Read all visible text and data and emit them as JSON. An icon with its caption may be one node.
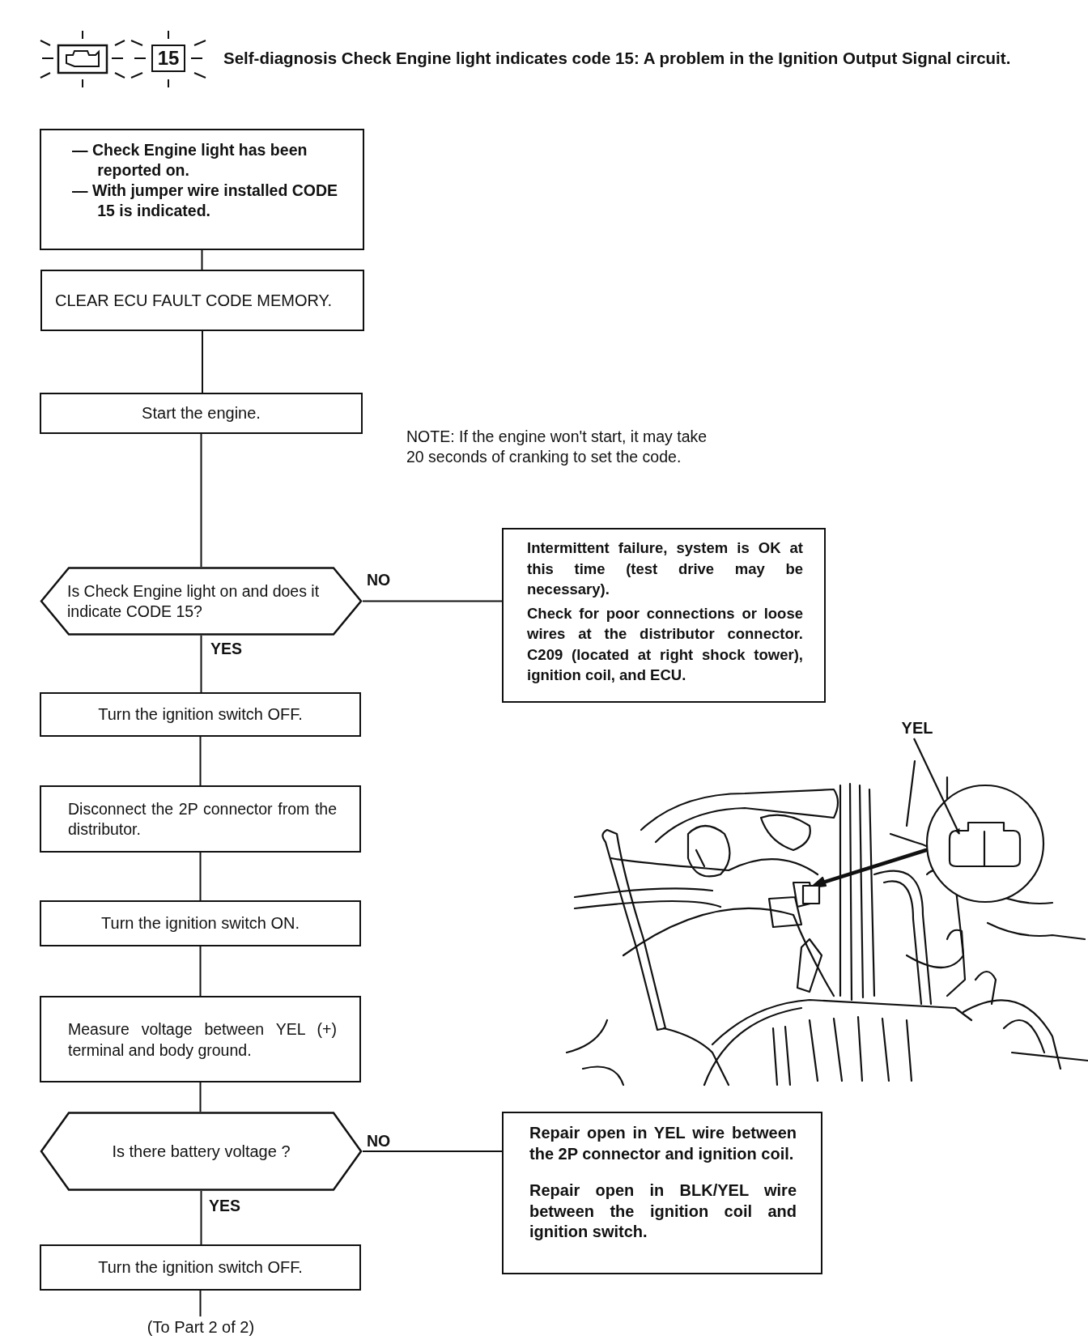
{
  "diagram": {
    "title": "Self-diagnosis Check Engine light indicates code 15: A problem in the Ignition Output Signal circuit.",
    "nodes": [
      {
        "text": [
          "— Check Engine light has been reported on.",
          "— With jumper wire installed CODE 15 is indicated."
        ]
      },
      {
        "text": [
          "CLEAR ECU FAULT CODE MEMORY."
        ]
      },
      {
        "text": [
          "Start the engine."
        ]
      },
      {
        "text": [
          "Is Check Engine light on and does it indicate CODE 15?"
        ]
      },
      {
        "text": [
          "Intermittent failure, system is OK at this time (test drive may be necessary).",
          "Check for poor connections or loose wires at the distributor connector. C209 (located at right shock tower), ignition coil, and ECU."
        ]
      },
      {
        "text": [
          "Turn the ignition switch OFF."
        ]
      },
      {
        "text": [
          "Disconnect the 2P connector from the distributor."
        ]
      },
      {
        "text": [
          "Turn the ignition switch ON."
        ]
      },
      {
        "text": [
          "Measure voltage between YEL (+) terminal and body ground."
        ]
      },
      {
        "text": [
          "Is there battery voltage ?"
        ]
      },
      {
        "text": [
          "Repair open in YEL wire between the 2P connector and ignition coil.",
          "Repair open in BLK/YEL wire between the ignition coil and ignition switch."
        ]
      },
      {
        "text": [
          "Turn the ignition switch OFF."
        ]
      },
      {
        "text": [
          "(To Part 2 of 2)"
        ]
      },
      {
        "text": [
          "YEL"
        ]
      }
    ],
    "edges": [
      {
        "from": 0,
        "to": 1,
        "arrow": "none"
      },
      {
        "from": 1,
        "to": 2,
        "arrow": "none"
      },
      {
        "from": 2,
        "to": 3,
        "arrow": "none"
      },
      {
        "from": 3,
        "to": 4,
        "arrow": "none",
        "label": "NO"
      },
      {
        "from": 3,
        "to": 5,
        "arrow": "none",
        "label": "YES"
      },
      {
        "from": 5,
        "to": 6,
        "arrow": "none"
      },
      {
        "from": 6,
        "to": 7,
        "arrow": "none"
      },
      {
        "from": 7,
        "to": 8,
        "arrow": "none"
      },
      {
        "from": 8,
        "to": 9,
        "arrow": "none"
      },
      {
        "from": 9,
        "to": 10,
        "arrow": "none",
        "label": "NO"
      },
      {
        "from": 9,
        "to": 11,
        "arrow": "none",
        "label": "YES"
      },
      {
        "from": 11,
        "to": 12,
        "arrow": "none"
      },
      {
        "from": 13,
        "to": null,
        "arrow": "to"
      }
    ],
    "labels": [
      "15",
      "NOTE: If the engine won't start, it may take 20 seconds of cranking to set the code."
    ]
  }
}
